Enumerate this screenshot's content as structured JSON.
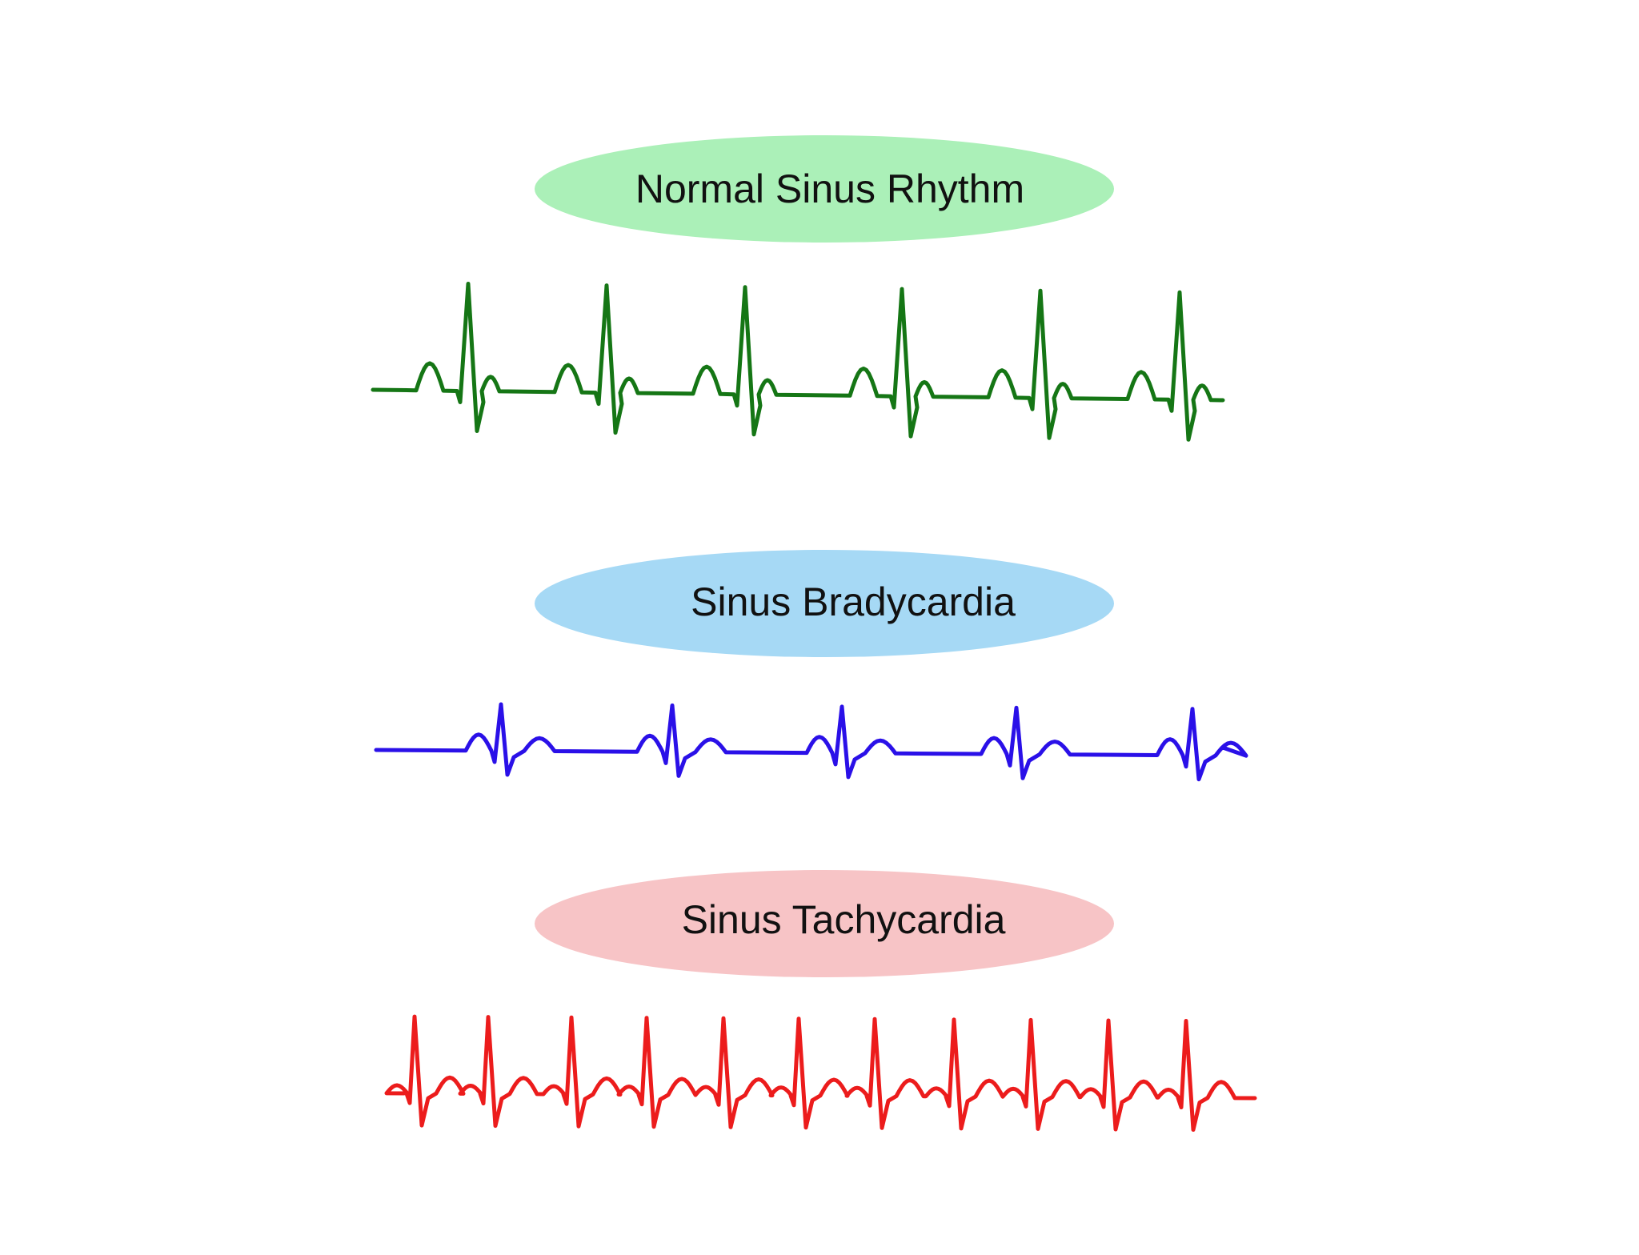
{
  "rhythms": [
    {
      "label": "Normal Sinus Rhythm",
      "pill_color": "#abf0b8",
      "trace_color": "#157615"
    },
    {
      "label": "Sinus Bradycardia",
      "pill_color": "#a6d9f5",
      "trace_color": "#2a10e8"
    },
    {
      "label": "Sinus Tachycardia",
      "pill_color": "#f7c4c6",
      "trace_color": "#ec1c1c"
    }
  ]
}
